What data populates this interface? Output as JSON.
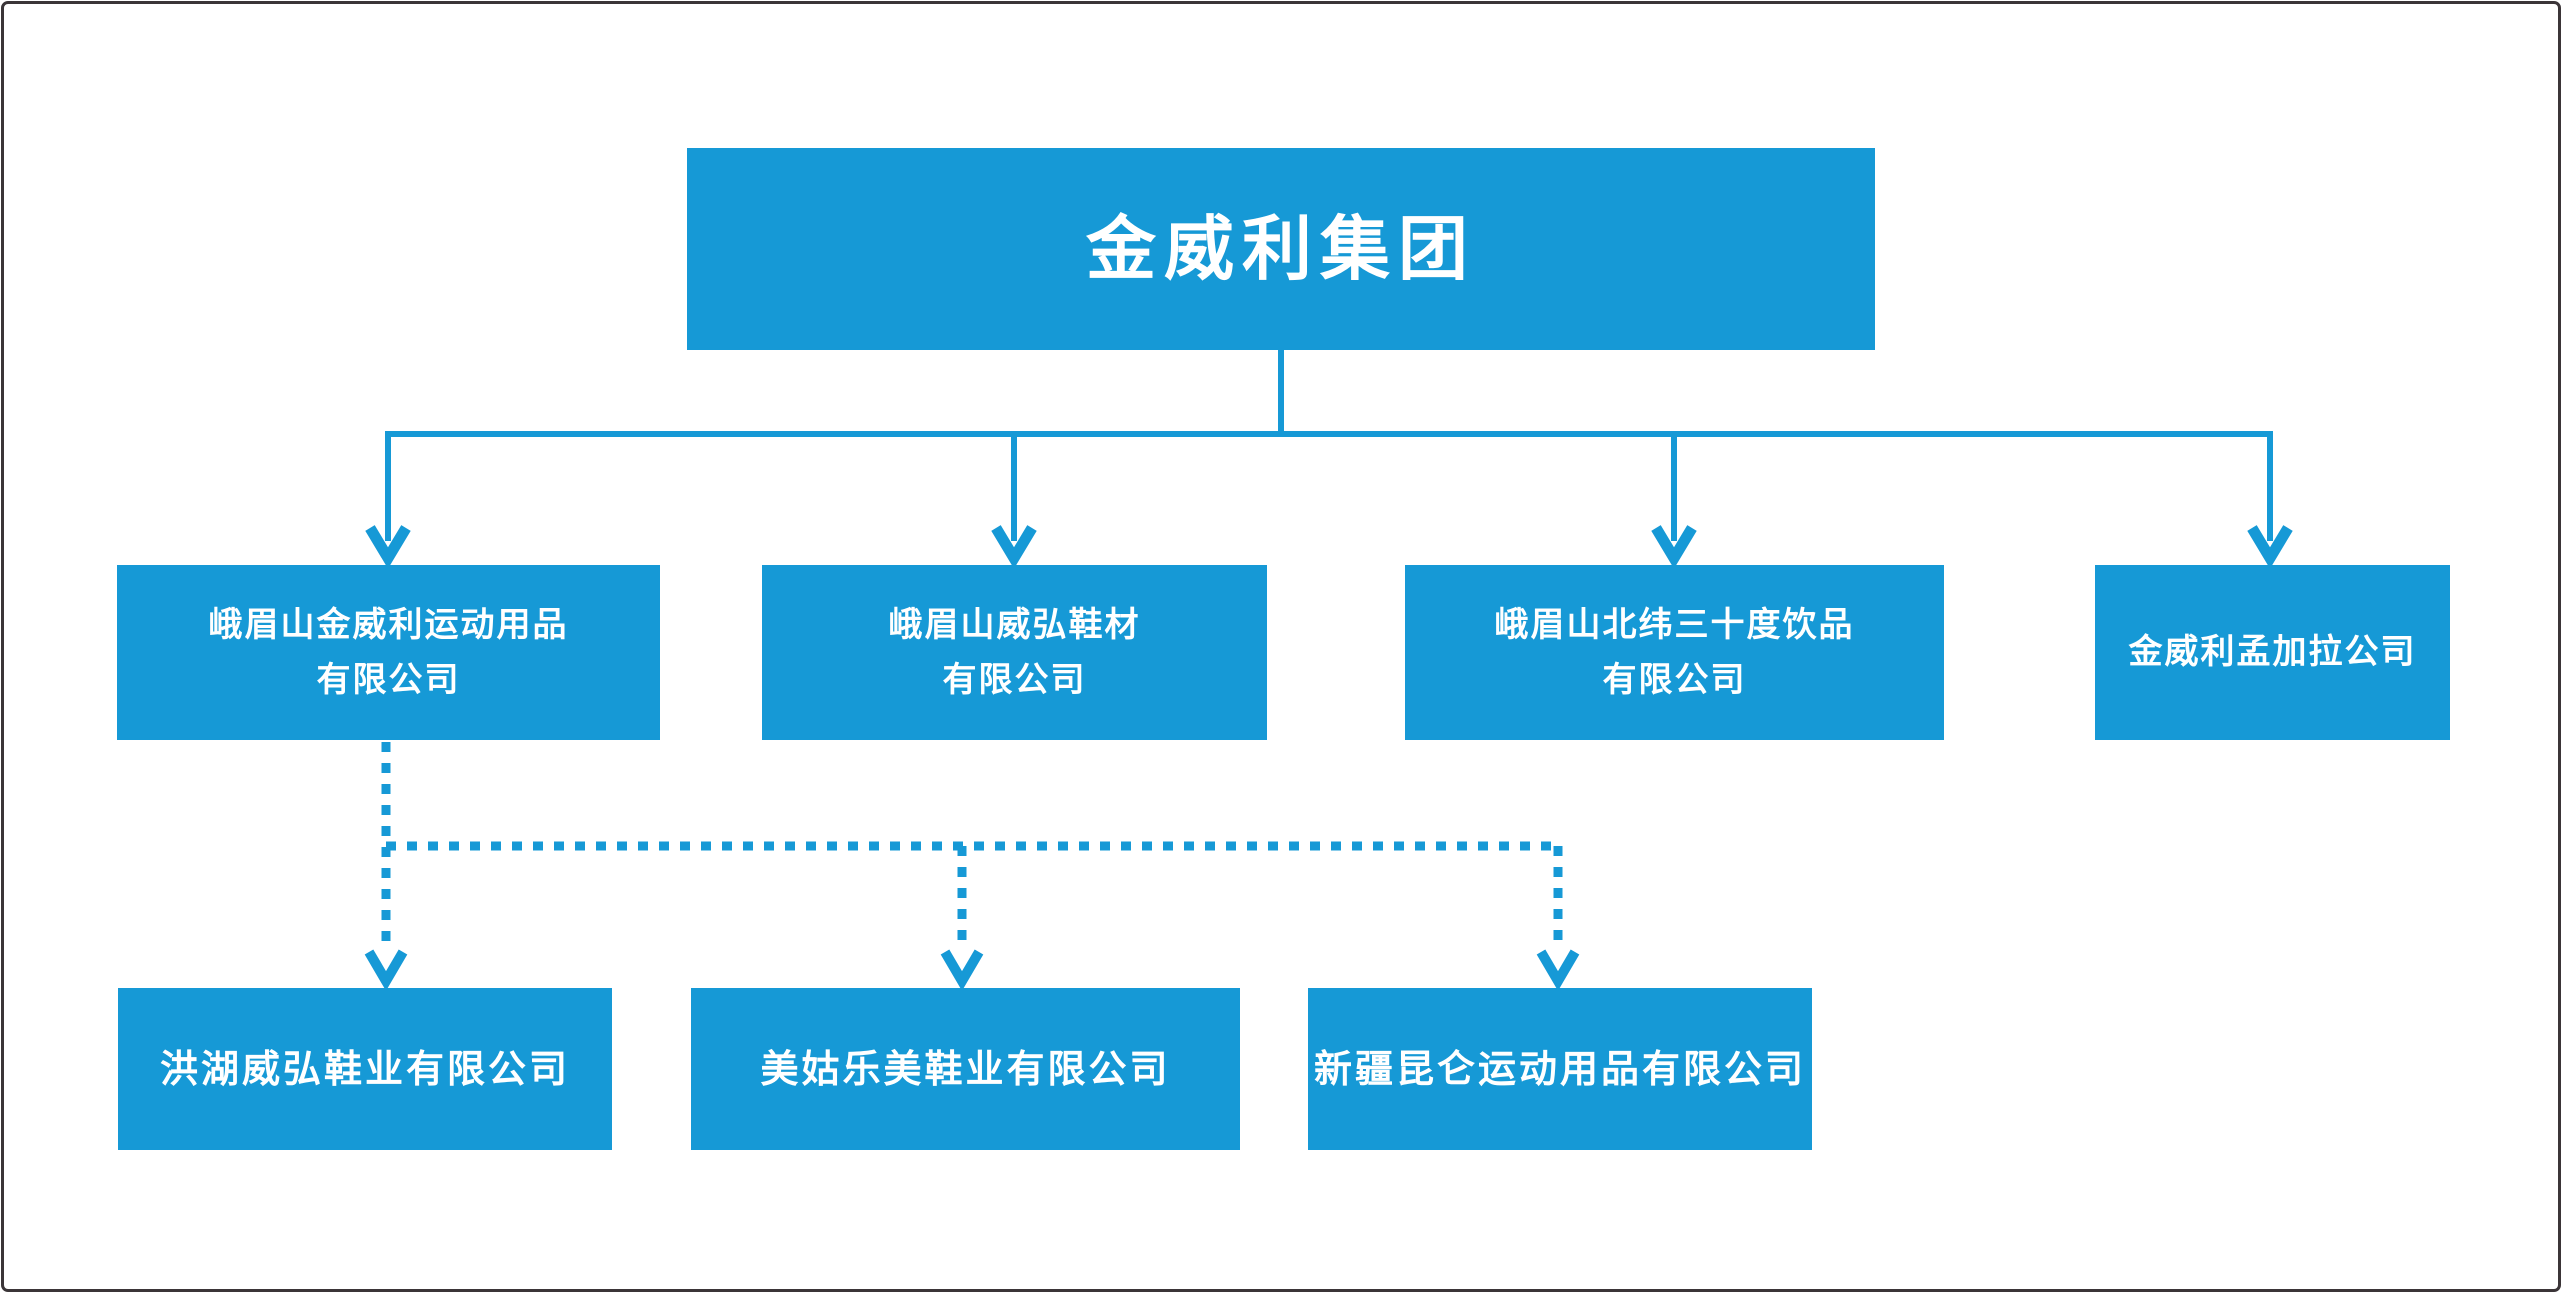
{
  "colors": {
    "accent_blue": "#1699d6",
    "frame_border": "#3b3538",
    "background": "#ffffff",
    "box_text": "#ffffff"
  },
  "org": {
    "root": {
      "label": "金威利集团"
    },
    "level2": [
      {
        "label": "峨眉山金威利运动用品\n有限公司",
        "connector_from_root": "solid-arrow"
      },
      {
        "label": "峨眉山威弘鞋材\n有限公司",
        "connector_from_root": "solid-arrow"
      },
      {
        "label": "峨眉山北纬三十度饮品\n有限公司",
        "connector_from_root": "solid-arrow"
      },
      {
        "label": "金威利孟加拉公司",
        "connector_from_root": "solid-arrow"
      }
    ],
    "level3": [
      {
        "label": "洪湖威弘鞋业有限公司",
        "connector_from_parent": "dashed-arrow"
      },
      {
        "label": "美姑乐美鞋业有限公司",
        "connector_from_parent": "dashed-arrow"
      },
      {
        "label": "新疆昆仑运动用品有限公司",
        "connector_from_parent": "dashed-arrow"
      }
    ],
    "relations": {
      "solid_tree_parent": "金威利集团",
      "solid_tree_children": [
        "峨眉山金威利运动用品有限公司",
        "峨眉山威弘鞋材有限公司",
        "峨眉山北纬三十度饮品有限公司",
        "金威利孟加拉公司"
      ],
      "dashed_tree_parent": "峨眉山金威利运动用品有限公司",
      "dashed_tree_children": [
        "洪湖威弘鞋业有限公司",
        "美姑乐美鞋业有限公司",
        "新疆昆仑运动用品有限公司"
      ]
    }
  }
}
